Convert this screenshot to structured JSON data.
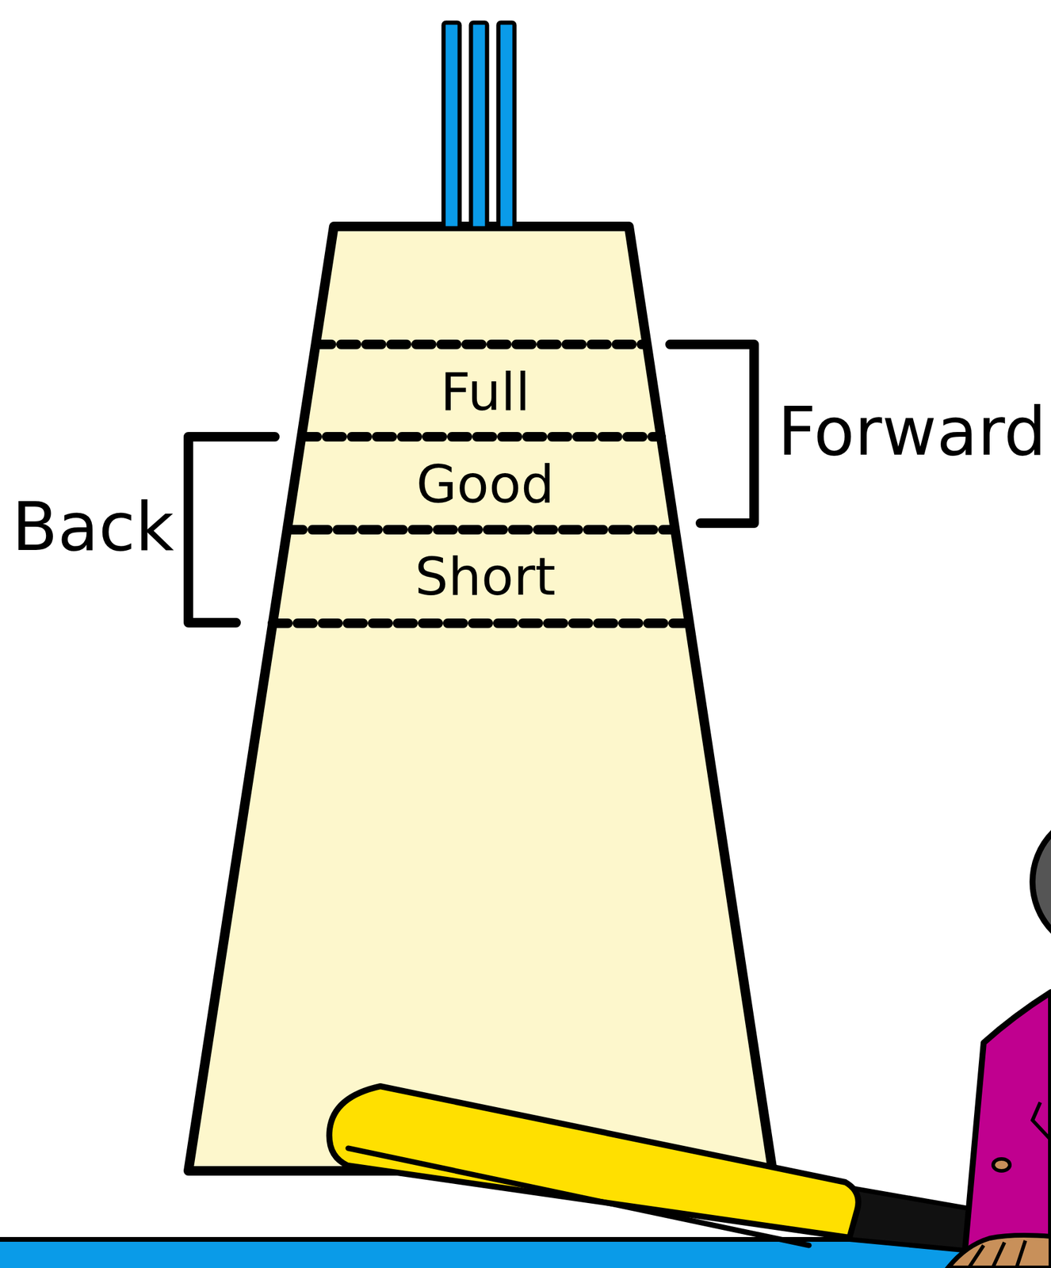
{
  "diagram": {
    "nodes": [
      {
        "text": [
          "Full"
        ]
      },
      {
        "text": [
          "Good"
        ]
      },
      {
        "text": [
          "Short"
        ]
      }
    ],
    "labels": [
      "Back",
      "Forward"
    ]
  }
}
